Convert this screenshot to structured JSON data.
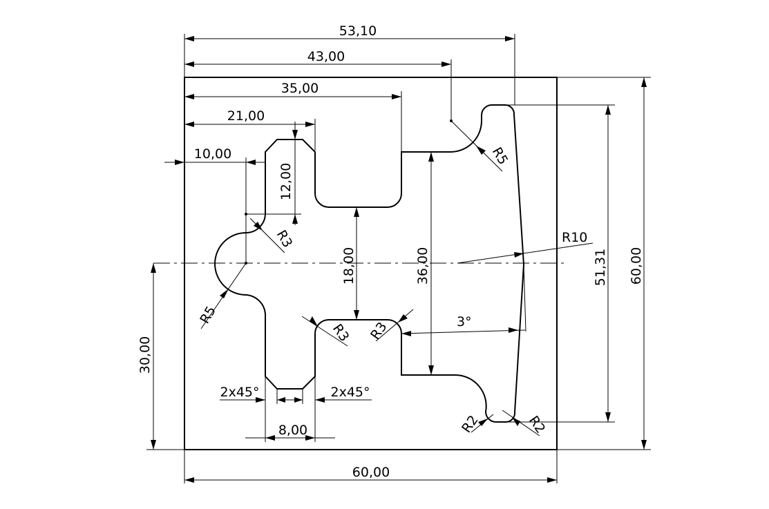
{
  "dimensions": {
    "top_width_53": "53,10",
    "width_43": "43,00",
    "width_35": "35,00",
    "width_21": "21,00",
    "width_10": "10,00",
    "height_12": "12,00",
    "gap_18": "18,00",
    "height_36": "36,00",
    "height_51": "51,31",
    "height_60": "60,00",
    "height_30": "30,00",
    "bottom_width_60": "60,00",
    "slot_8": "8,00",
    "chamfer_left": "2x45°",
    "chamfer_right": "2x45°",
    "angle_3": "3°",
    "radius_r10": "R10",
    "radius_r5_top": "R5",
    "radius_r5_left": "R5",
    "radius_r3_upper": "R3",
    "radius_r3_lower_left": "R3",
    "radius_r3_lower_right": "R3",
    "radius_r2_left": "R2",
    "radius_r2_right": "R2"
  }
}
